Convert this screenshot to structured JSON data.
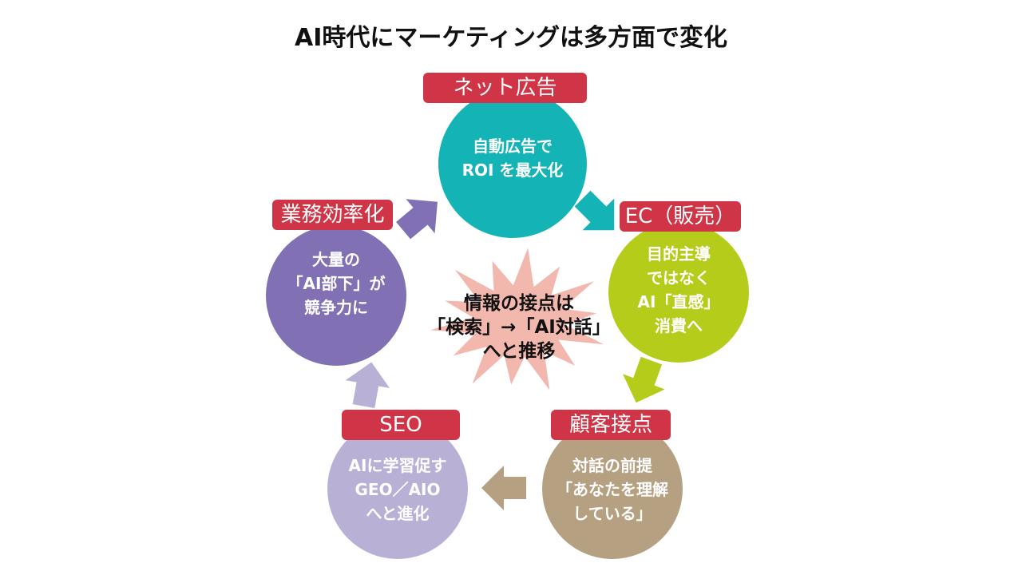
{
  "title": "AI時代にマーケティングは多方面で変化",
  "colors": {
    "label_bg": "#cf3547",
    "burst": "#f2b8ae",
    "net_ad": "#14b3b5",
    "ec": "#b5cc1a",
    "customer": "#b5a081",
    "seo": "#b9b0d6",
    "efficiency": "#8170b3"
  },
  "center": {
    "text": "情報の接点は\n「検索」→「AI対話」\nへと推移"
  },
  "nodes": [
    {
      "id": "net-ad",
      "label": "ネット広告",
      "text": "自動広告で\nROI を最大化"
    },
    {
      "id": "ec",
      "label": "EC（販売）",
      "text": "目的主導\nではなく\nAI「直感」\n消費へ"
    },
    {
      "id": "customer-contact",
      "label": "顧客接点",
      "text": "対話の前提\n「あなたを理解\nしている」"
    },
    {
      "id": "seo",
      "label": "SEO",
      "text": "AIに学習促す\nGEO／AIO\nへと進化"
    },
    {
      "id": "efficiency",
      "label": "業務効率化",
      "text": "大量の\n「AI部下」が\n競争力に"
    }
  ],
  "flow": [
    "net-ad",
    "ec",
    "customer-contact",
    "seo",
    "efficiency",
    "net-ad"
  ]
}
